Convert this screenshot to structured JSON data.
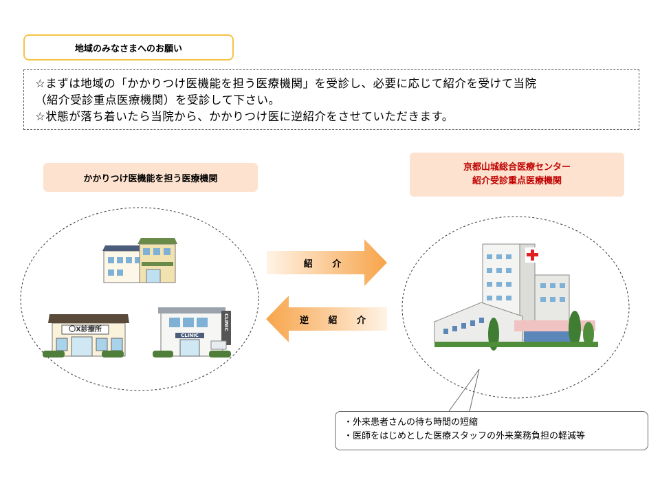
{
  "title": "地域のみなさまへのお願い",
  "notice": {
    "line1": "☆まずは地域の「かかりつけ医機能を担う医療機関」を受診し、必要に応じて紹介を受けて当院",
    "line2": "（紹介受診重点医療機関）を受診して下さい。",
    "line3": "☆状態が落ち着いたら当院から、かかりつけ医に逆紹介をさせていただきます。"
  },
  "left_label": "かかりつけ医機能を担う医療機関",
  "right_label": {
    "line1": "京都山城総合医療センター",
    "line2": "紹介受診重点医療機関"
  },
  "arrows": {
    "forward": "紹 介",
    "backward": "逆 紹 介"
  },
  "clinic_signs": {
    "shinryojo": "〇X診療所",
    "clinic_front": "CLINIC",
    "clinic_side": "CLINIC"
  },
  "callout": {
    "item1": "・外来患者さんの待ち時間の短縮",
    "item2": "・医師をはじめとした医療スタッフの外来業務負担の軽減等"
  },
  "colors": {
    "title_border": "#f5c242",
    "label_bg": "#fde3cf",
    "hospital_label_text": "#c00000",
    "arrow_light": "#fff3e6",
    "arrow_dark": "#f7a44a"
  }
}
